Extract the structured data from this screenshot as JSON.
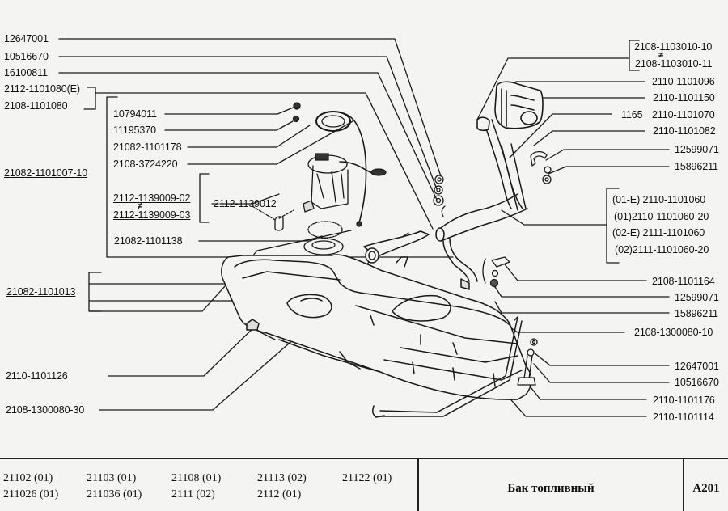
{
  "diagram": {
    "left_labels": {
      "p12647001_top": "12647001",
      "p10516670_top": "10516670",
      "p16100811": "16100811",
      "p2112_1101080E": "2112-1101080(E)",
      "p2108_1101080": "2108-1101080",
      "p10794011": "10794011",
      "p11195370": "11195370",
      "p21082_1101178": "21082-1101178",
      "p2108_3724220": "2108-3724220",
      "p21082_1101007_10": "21082-1101007-10",
      "p2112_1139009_02": "2112-1139009-02",
      "p2112_1139009_03": "2112-1139009-03",
      "p2112_1139012": "2112-1139012",
      "p21082_1101138": "21082-1101138",
      "p21082_1101013": "21082-1101013",
      "p2110_1101126": "2110-1101126",
      "p2108_1300080_30": "2108-1300080-30"
    },
    "right_labels": {
      "p2108_1103010_10": "2108-1103010-10",
      "p2108_1103010_11": "2108-1103010-11",
      "p2110_1101096": "2110-1101096",
      "p2110_1101150": "2110-1101150",
      "p1165": "1165",
      "p2110_1101070": "2110-1101070",
      "p2110_1101082": "2110-1101082",
      "p12599071_top": "12599071",
      "p15896211_top": "15896211",
      "p01E_2110_1101060": "(01-E)  2110-1101060",
      "p01_2110_1101060_20": "(01)2110-1101060-20",
      "p02E_2111_1101060": "(02-E)  2111-1101060",
      "p02_2111_1101060_20": "(02)2111-1101060-20",
      "p2108_1101164": "2108-1101164",
      "p12599071_mid": "12599071",
      "p15896211_mid": "15896211",
      "p2108_1300080_10": "2108-1300080-10",
      "p12647001_bot": "12647001",
      "p10516670_bot": "10516670",
      "p2110_1101176": "2110-1101176",
      "p2110_1101114": "2110-1101114"
    },
    "not_equal_sign": "≠"
  },
  "footer": {
    "models": [
      [
        "21102 (01)",
        "21103 (01)",
        "21108 (01)",
        "21113 (02)",
        "21122 (01)"
      ],
      [
        "211026 (01)",
        "211036 (01)",
        "2111 (02)",
        "2112 (01)"
      ]
    ],
    "title": "Бак топливный",
    "code": "А201"
  }
}
